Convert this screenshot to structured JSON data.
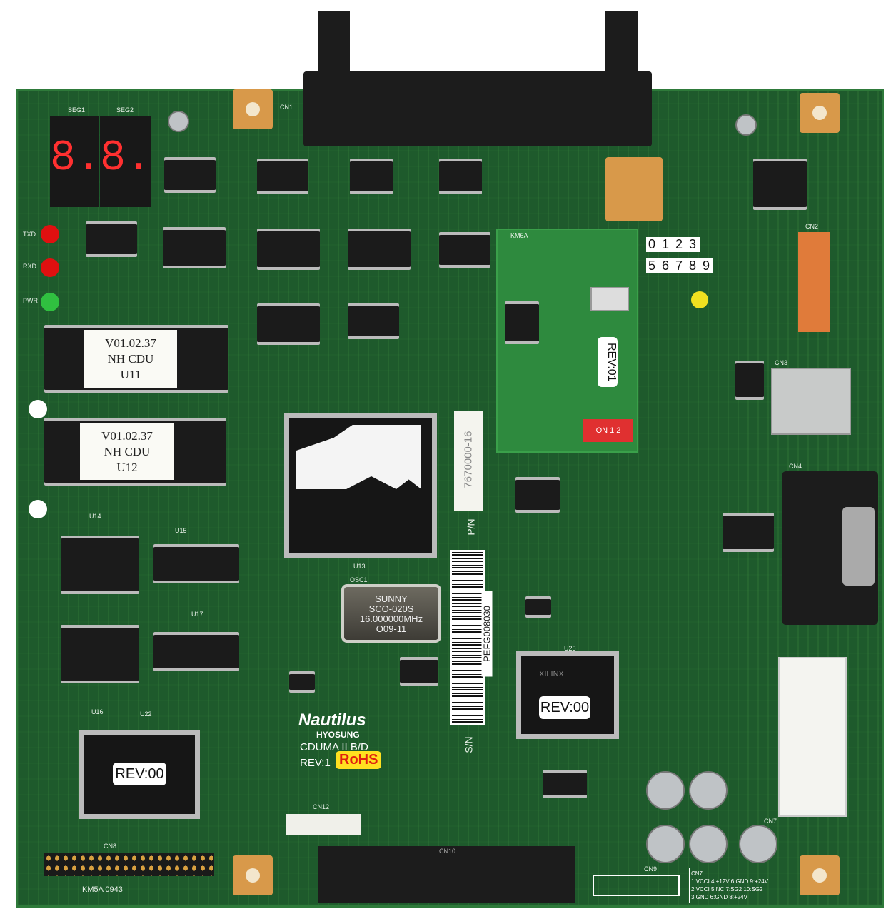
{
  "board": {
    "brand": "Nautilus",
    "maker": "HYOSUNG",
    "model": "CDUMA II B/D",
    "revision": "REV:1",
    "rohs": "RoHS",
    "marking": "KM5A 0943",
    "colors": {
      "pcb": "#1e5a2c",
      "silkscreen": "#e8f0e8",
      "pad": "#d8994a"
    }
  },
  "display": {
    "seg1_label": "SEG1",
    "seg2_label": "SEG2",
    "seg1_value": "8.",
    "seg2_value": "8."
  },
  "leds": [
    {
      "label": "TXD",
      "color": "#e01010"
    },
    {
      "label": "RXD",
      "color": "#e01010"
    },
    {
      "label": "PWR",
      "color": "#30c040"
    }
  ],
  "stickers": [
    {
      "lines": [
        "V01.02.37",
        "NH CDU",
        "U11"
      ]
    },
    {
      "lines": [
        "V01.02.37",
        "NH CDU",
        "U12"
      ]
    }
  ],
  "oscillator": {
    "ref": "OSC1",
    "lines": [
      "SUNNY",
      "SCO-020S",
      "16.000000MHz",
      "O09-11"
    ]
  },
  "part_number": {
    "label": "P/N",
    "value": "7670000-16"
  },
  "serial_number": {
    "label": "S/N",
    "value": "PEFG008030"
  },
  "rev_tags": [
    "REV:00",
    "REV:00",
    "REV:01"
  ],
  "digit_strip": [
    "0 1 2 3",
    "5 6 7 8 9"
  ],
  "connectors": {
    "cn1": "CN1",
    "cn10": "CN10",
    "cn8": "CN8",
    "cn7": "CN7",
    "cn12": "CN12",
    "cn9": "CN9",
    "cn4": "CN4",
    "cn3": "CN3",
    "cn2": "CN2"
  },
  "cn7_pinout": [
    "1:VCCI  4:+12V  6:GND  9:+24V",
    "2:VCCI  5:NC  7:SG2  10:SG2",
    "3:GND  6:GND  8:+24V"
  ],
  "chips": {
    "u13": "U13",
    "u25": "U25",
    "u22": "U22",
    "u14": "U14",
    "u16": "U16",
    "u15": "U15",
    "u17": "U17",
    "xilinx": "XILINX"
  },
  "module": {
    "ref": "KM6A",
    "dip": "ON 1 2"
  }
}
